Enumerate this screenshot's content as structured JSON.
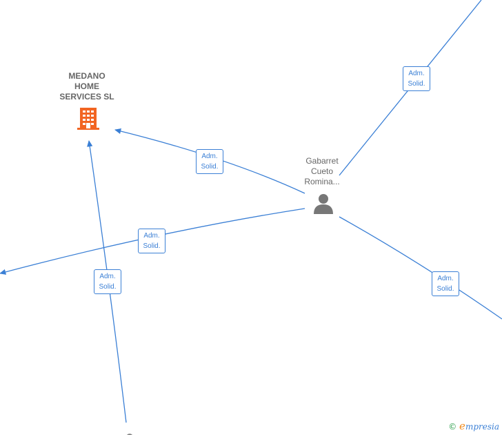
{
  "company": {
    "name_lines": [
      "MEDANO",
      "HOME",
      "SERVICES  SL"
    ],
    "icon": "building-icon",
    "color": "#f26522"
  },
  "person": {
    "name_lines": [
      "Gabarret",
      "Cueto",
      "Romina..."
    ],
    "icon": "person-icon",
    "color": "#777777"
  },
  "relations": [
    {
      "line1": "Adm.",
      "line2": "Solid."
    },
    {
      "line1": "Adm.",
      "line2": "Solid."
    },
    {
      "line1": "Adm.",
      "line2": "Solid."
    },
    {
      "line1": "Adm.",
      "line2": "Solid."
    },
    {
      "line1": "Adm.",
      "line2": "Solid."
    }
  ],
  "watermark": {
    "copyright": "©",
    "brand_initial": "e",
    "brand_rest": "mpresia"
  },
  "colors": {
    "edge": "#3a7fd5",
    "label": "#666666"
  }
}
